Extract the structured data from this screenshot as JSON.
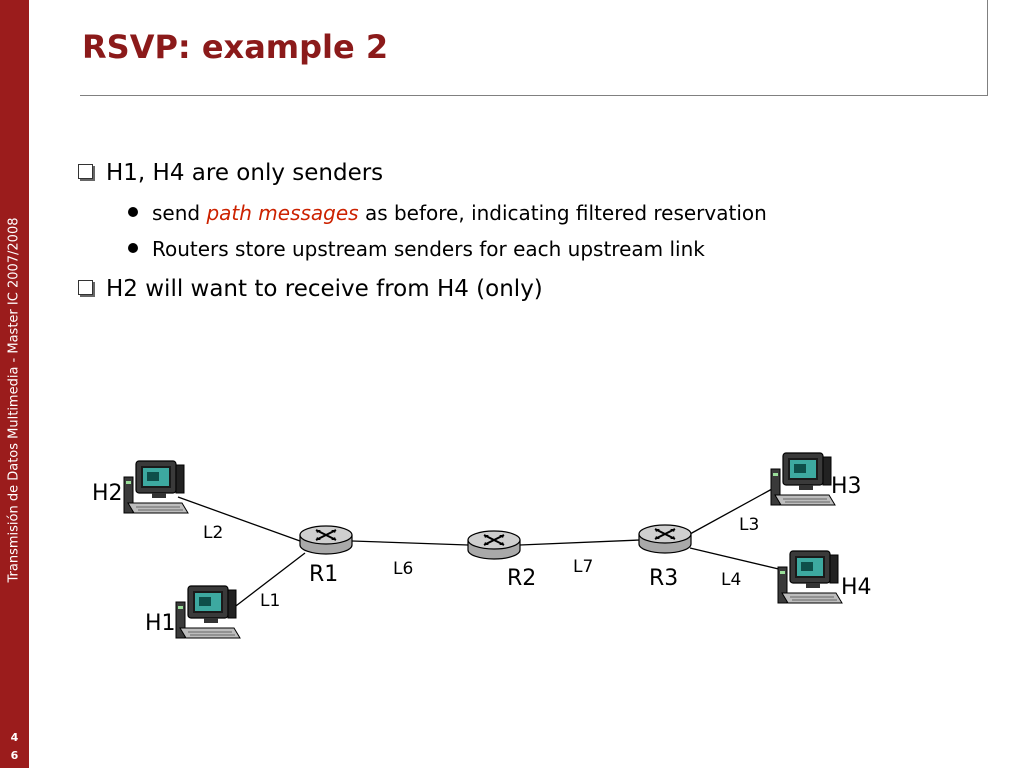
{
  "sidebar": {
    "course_text": "Transmisión de Datos Multimedia - Master IC 2007/2008",
    "page_digits": [
      "4",
      "6"
    ]
  },
  "slide": {
    "title": "RSVP: example 2",
    "bullets": [
      {
        "text": "H1, H4 are only senders"
      },
      {
        "prefix": "send ",
        "emphasis": "path messages",
        "suffix": " as before, indicating filtered reservation"
      },
      {
        "text": "Routers store upstream senders for each upstream link"
      },
      {
        "text": "H2 will want to receive from H4 (only)"
      }
    ]
  },
  "diagram": {
    "hosts": {
      "h1": "H1",
      "h2": "H2",
      "h3": "H3",
      "h4": "H4"
    },
    "routers": {
      "r1": "R1",
      "r2": "R2",
      "r3": "R3"
    },
    "links": {
      "l1": "L1",
      "l2": "L2",
      "l3": "L3",
      "l4": "L4",
      "l6": "L6",
      "l7": "L7"
    }
  },
  "colors": {
    "sidebar": "#9b1c1c",
    "title": "#8b1a1a",
    "emphasis": "#cc2200",
    "router": "#c8c8c8",
    "host_body": "#3a3a3a"
  },
  "icons": {
    "host": "computer-workstation-icon",
    "router": "router-icon",
    "bullet_l1": "hollow-square-bullet-icon",
    "bullet_l2": "filled-circle-bullet-icon"
  }
}
